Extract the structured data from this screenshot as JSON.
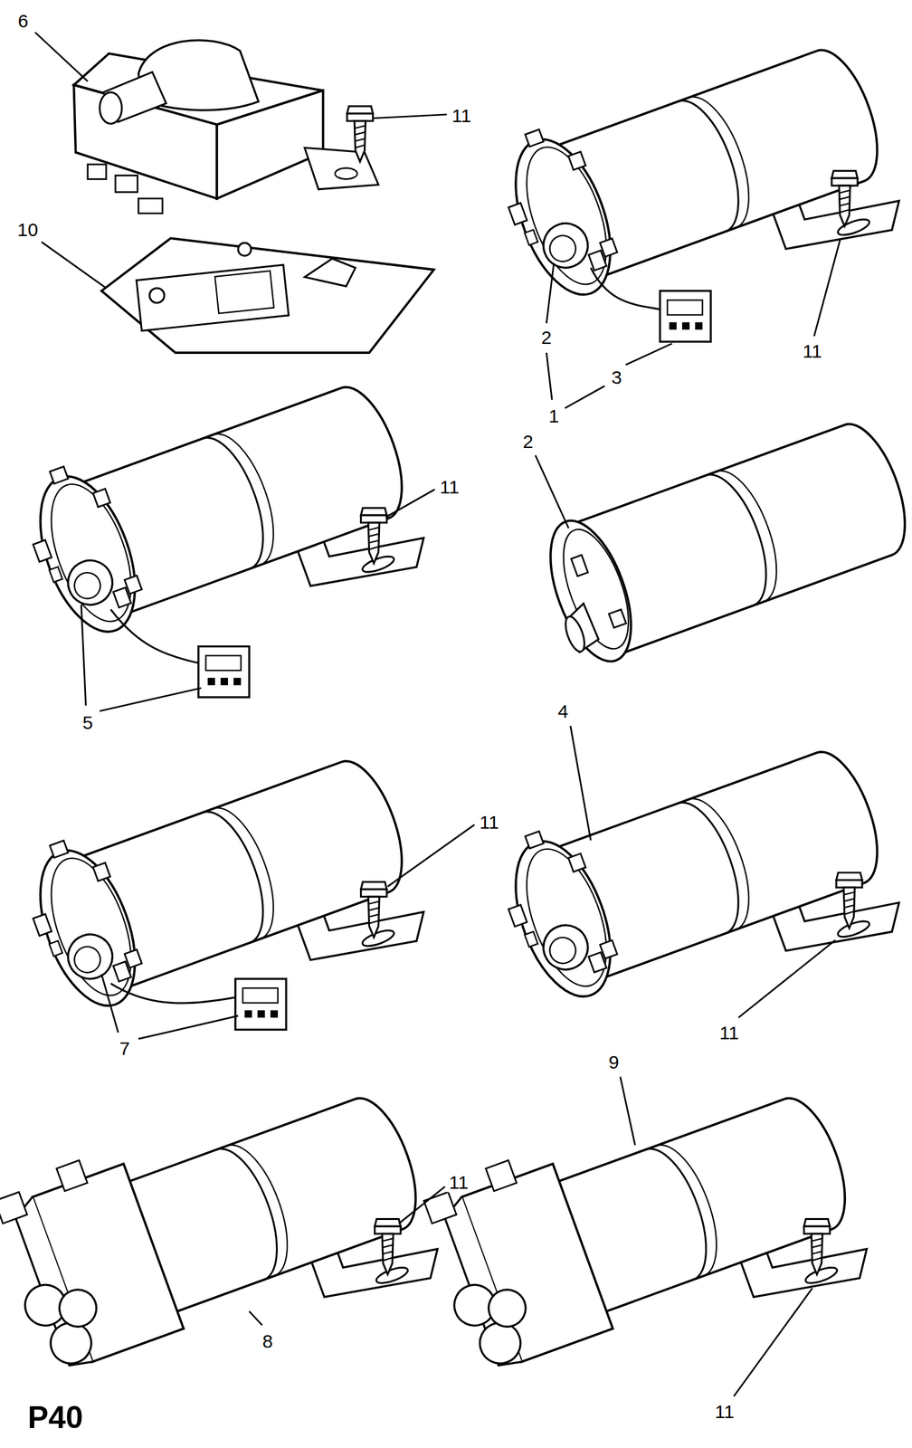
{
  "diagram": {
    "labels": [
      "6",
      "11",
      "10",
      "2",
      "3",
      "11",
      "1",
      "2",
      "11",
      "5",
      "4",
      "11",
      "11",
      "7",
      "9",
      "11",
      "8",
      "11",
      "P40"
    ]
  }
}
